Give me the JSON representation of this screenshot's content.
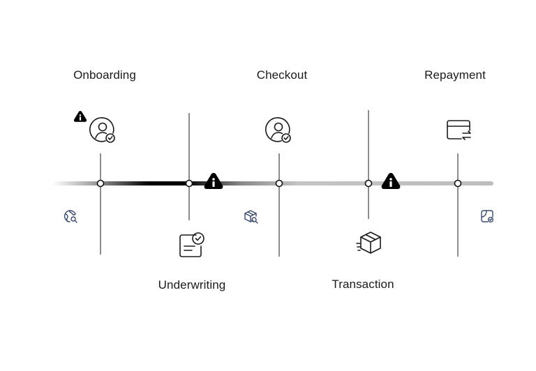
{
  "stages": [
    {
      "id": "onboarding",
      "label": "Onboarding",
      "position": "top",
      "icon": "user-check-icon"
    },
    {
      "id": "underwriting",
      "label": "Underwriting",
      "position": "bottom",
      "icon": "document-check-icon"
    },
    {
      "id": "checkout",
      "label": "Checkout",
      "position": "top",
      "icon": "user-check-icon"
    },
    {
      "id": "transaction",
      "label": "Transaction",
      "position": "bottom",
      "icon": "package-icon"
    },
    {
      "id": "repayment",
      "label": "Repayment",
      "position": "top",
      "icon": "card-exchange-icon"
    }
  ],
  "alert_markers": [
    {
      "name": "alert-icon-onboarding",
      "icon": "info-triangle-icon"
    },
    {
      "name": "alert-icon-underwriting",
      "icon": "info-triangle-icon"
    },
    {
      "name": "alert-icon-transaction",
      "icon": "info-triangle-icon"
    }
  ],
  "small_icons": [
    {
      "name": "globe-search-icon"
    },
    {
      "name": "box-search-icon"
    },
    {
      "name": "shape-badge-icon"
    }
  ],
  "colors": {
    "line_dark": "#000000",
    "line_light": "#c4c4c4",
    "stroke": "#1a1a1a",
    "small_icon": "#3b4a6b"
  }
}
